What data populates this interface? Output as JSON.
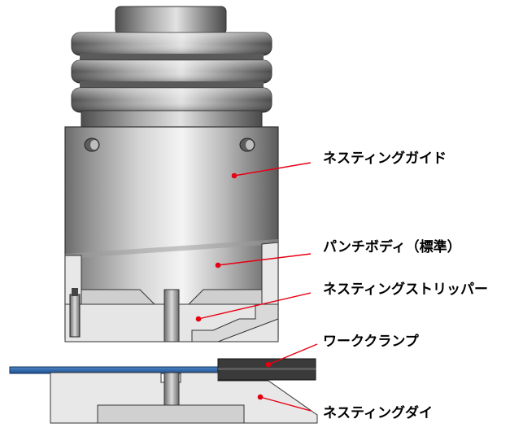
{
  "labels": {
    "nesting_guide": "ネスティングガイド",
    "punch_body": "パンチボディ（標準）",
    "nesting_stripper": "ネスティングストリッパー",
    "work_clamp": "ワーククランプ",
    "nesting_die": "ネスティングダイ"
  },
  "colors": {
    "leader_line": "#e60012",
    "sheet": "#1f5fa8",
    "clamp": "#3a3a3a",
    "metal_light": "#e6e6e6",
    "metal_dark": "#555555",
    "outline": "#333333"
  }
}
